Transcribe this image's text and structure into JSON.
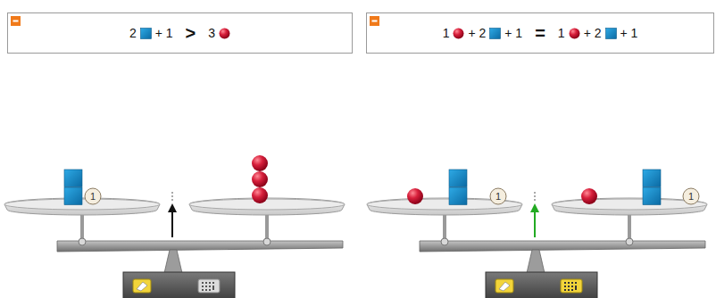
{
  "diagram": {
    "nodes": [
      {
        "text": [
          "2",
          "+ 1",
          ">",
          "3"
        ]
      },
      {
        "text": [
          "1",
          "+ 2",
          "+ 1",
          "=",
          "1",
          "+ 2",
          "+ 1"
        ]
      },
      {
        "text": [
          "1"
        ]
      },
      {
        "text": [
          "1"
        ]
      },
      {
        "text": [
          "1"
        ]
      }
    ]
  }
}
